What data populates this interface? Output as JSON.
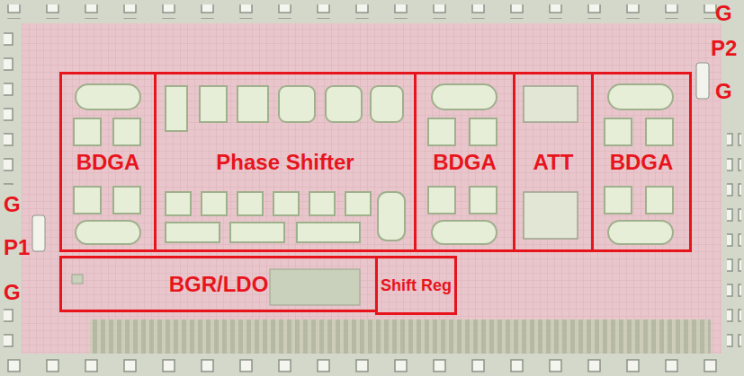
{
  "diagram": {
    "nodes": [
      {
        "text": [
          "BDGA"
        ]
      },
      {
        "text": [
          "Phase Shifter"
        ]
      },
      {
        "text": [
          "BDGA"
        ]
      },
      {
        "text": [
          "ATT"
        ]
      },
      {
        "text": [
          "BDGA"
        ]
      },
      {
        "text": [
          "BGR/LDO"
        ]
      },
      {
        "text": [
          "Shift Reg"
        ]
      }
    ],
    "labels": [
      "G",
      "P1",
      "G",
      "G",
      "P2",
      "G"
    ]
  }
}
